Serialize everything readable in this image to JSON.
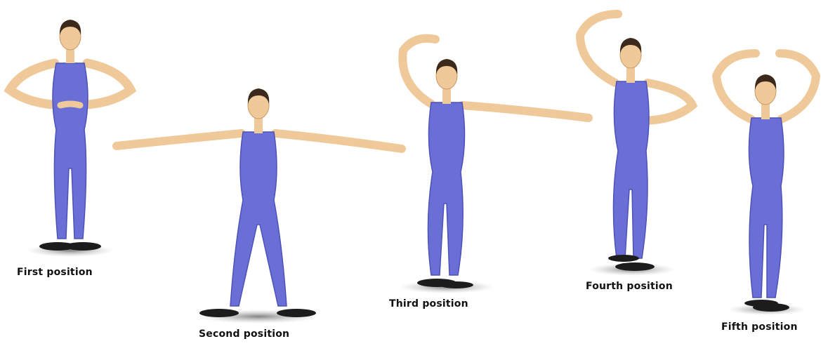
{
  "positions": [
    {
      "label": "First position"
    },
    {
      "label": "Second position"
    },
    {
      "label": "Third position"
    },
    {
      "label": "Fourth position"
    },
    {
      "label": "Fifth position"
    }
  ],
  "colors": {
    "leotard": "#6a6fd6",
    "leotard_shade": "#4d52b8",
    "skin": "#efc99a",
    "skin_shade": "#c99a66",
    "hair": "#3b2a1c",
    "shoe": "#1c1c1c",
    "floor_shadow": "#8a8a8a"
  }
}
